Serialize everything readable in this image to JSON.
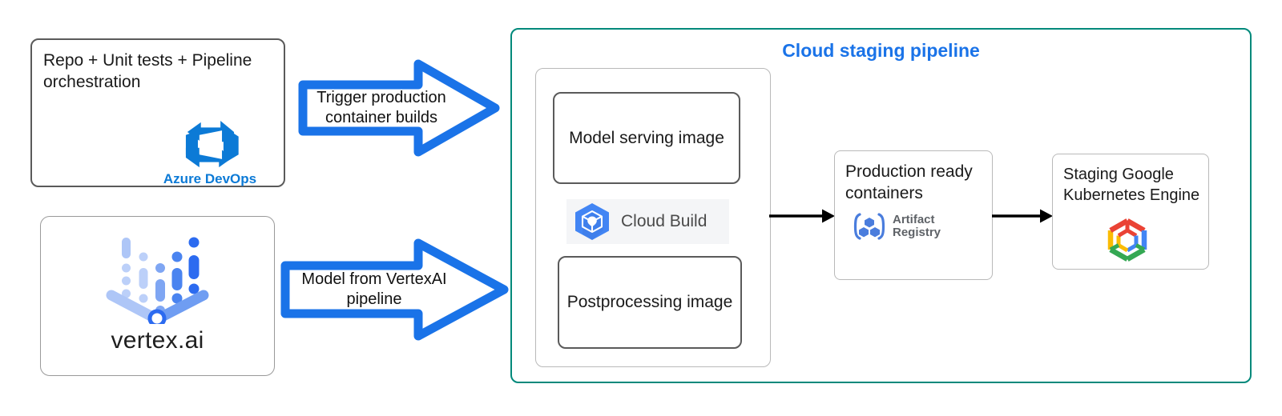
{
  "diagram": {
    "title": "Cloud staging pipeline",
    "title_color": "#1a73e8",
    "container_border_color": "#00897b"
  },
  "sources": {
    "azure": {
      "description": "Repo + Unit tests + Pipeline orchestration",
      "logo_name": "azure-devops-logo",
      "logo_label": "Azure DevOps",
      "logo_color": "#0c7ad6"
    },
    "vertex": {
      "logo_name": "vertex-ai-logo",
      "logo_label": "vertex.ai"
    }
  },
  "arrows": [
    {
      "name": "trigger-production-container-builds",
      "label": "Trigger production container builds",
      "color": "#1a73e8"
    },
    {
      "name": "model-from-vertexai-pipeline",
      "label": "Model from VertexAI pipeline",
      "color": "#1a73e8"
    }
  ],
  "pipeline": {
    "build_group": {
      "model_serving": "Model serving image",
      "postprocessing": "Postprocessing image",
      "service_label": "Cloud Build",
      "service_icon": "cloud-build-icon"
    },
    "artifact": {
      "title": "Production ready containers",
      "logo_line1": "Artifact",
      "logo_line2": "Registry",
      "logo_name": "artifact-registry-icon",
      "logo_color": "#4a7ddd"
    },
    "gke": {
      "title": "Staging Google Kubernetes Engine",
      "logo_name": "google-kubernetes-engine-icon",
      "colors": [
        "#ea4335",
        "#fbbc04",
        "#34a853",
        "#4285f4"
      ]
    }
  }
}
